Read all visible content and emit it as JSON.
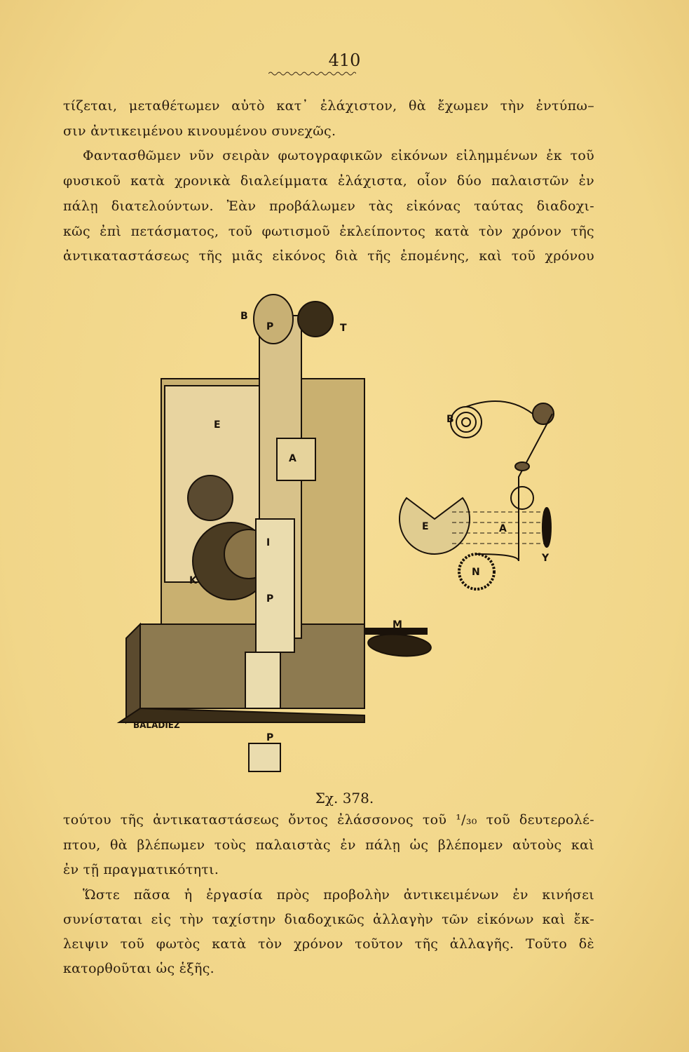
{
  "page_number": "410",
  "top_paragraphs": [
    "τίζεται, μεταθέτωμεν αὐτὸ κατ᾽ ἐλάχιστον, θὰ ἔχωμεν τὴν ἐντύπω–",
    "σιν ἀντικειμένου κινουμένου συνεχῶς.",
    "Φαντασθῶμεν νῦν σειρὰν φωτογραφικῶν εἰκόνων εἰλημμένων ἐκ τοῦ",
    "φυσικοῦ κατὰ χρονικὰ διαλείμματα ἐλάχιστα, οἷον δύο παλαιστῶν ἐν",
    "πάλῃ διατελούντων. Ἐὰν προβάλωμεν τὰς εἰκόνας ταύτας διαδοχι-",
    "κῶς ἐπὶ πετάσματος, τοῦ φωτισμοῦ ἐκλείποντος κατὰ τὸν χρόνον τῆς",
    "ἀντικαταστάσεως τῆς μιᾶς εἰκόνος διὰ τῆς ἐπομένης, καὶ τοῦ χρόνου"
  ],
  "figure": {
    "caption": "Σχ. 378.",
    "machine_labels": [
      "B",
      "P",
      "T",
      "E",
      "A",
      "I",
      "K",
      "P",
      "M",
      "P"
    ],
    "signature": "BALADIEZ",
    "diagram_labels": [
      "B",
      "E",
      "A",
      "Y",
      "N"
    ]
  },
  "bottom_paragraphs": [
    "τούτου τῆς ἀντικαταστάσεως ὄντος ἐλάσσονος τοῦ ¹/₃₀ τοῦ δευτερολέ-",
    "πτου, θὰ βλέπωμεν τοὺς παλαιστὰς ἐν πάλῃ ὡς βλέπομεν αὐτοὺς καὶ",
    "ἐν τῇ πραγματικότητι.",
    "Ὥστε πᾶσα ἡ ἐργασία πρὸς προβολὴν ἀντικειμένων ἐν κινήσει",
    "συνίσταται εἰς τὴν ταχίστην διαδοχικῶς ἀλλαγὴν τῶν εἰκόνων καὶ ἔκ-",
    "λειψιν τοῦ φωτὸς κατὰ τὸν χρόνον τοῦτον τῆς ἀλλαγῆς. Τοῦτο δὲ",
    "κατορθοῦται ὡς ἑξῆς."
  ]
}
